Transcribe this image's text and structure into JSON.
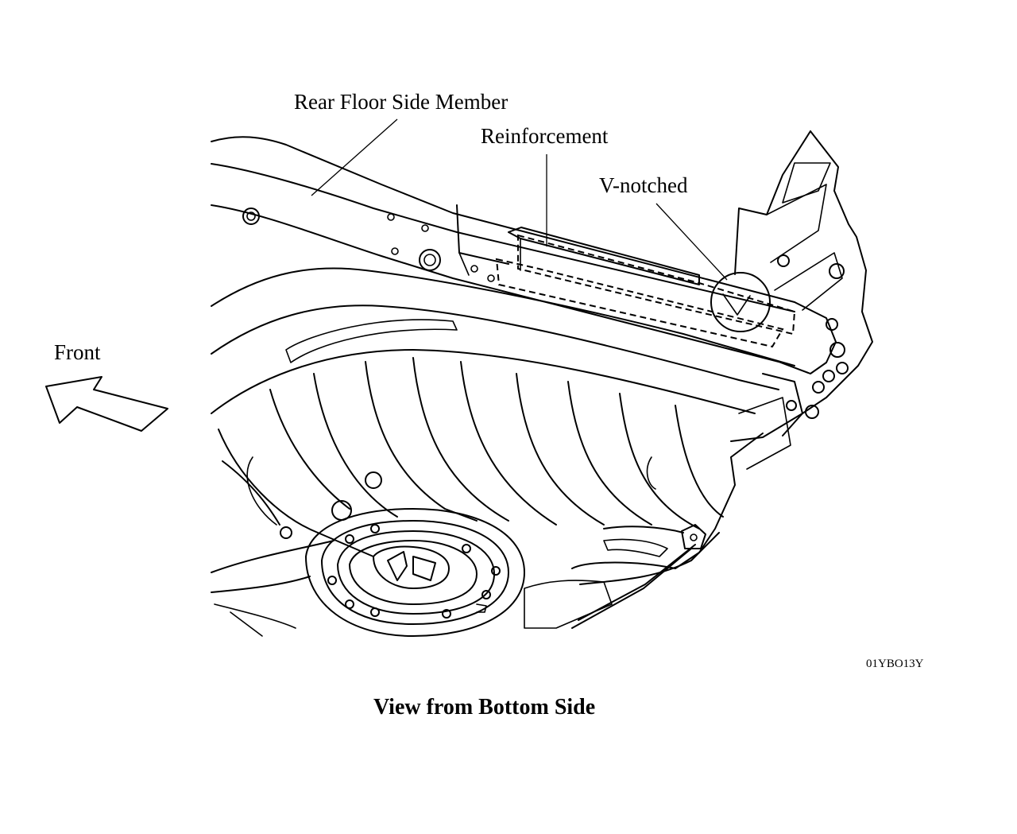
{
  "diagram": {
    "labels": {
      "rear_floor_side_member": "Rear Floor Side Member",
      "reinforcement": "Reinforcement",
      "v_notched": "V-notched",
      "front": "Front"
    },
    "figure_code": "01YBO13Y",
    "caption": "View from Bottom Side"
  }
}
